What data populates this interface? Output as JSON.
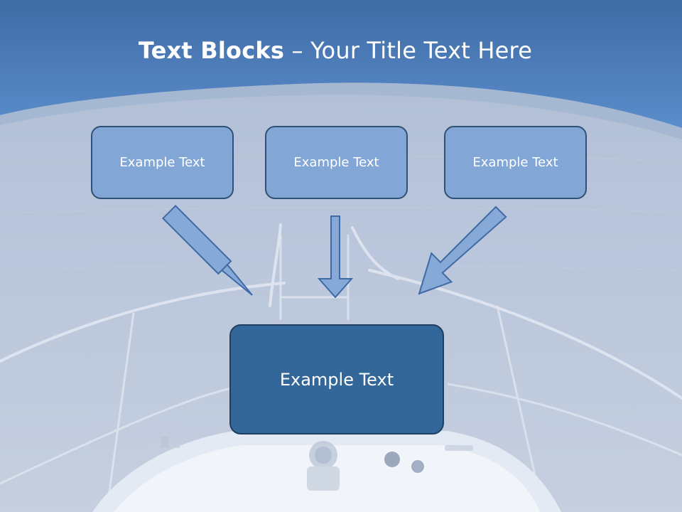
{
  "title": {
    "bold": "Text Blocks",
    "separator": " – ",
    "regular": "Your Title Text Here"
  },
  "blocks": [
    {
      "label": "Example Text"
    },
    {
      "label": "Example Text"
    },
    {
      "label": "Example Text"
    }
  ],
  "main_block": {
    "label": "Example Text"
  },
  "colors": {
    "sky": "#4a78b4",
    "band": "#5b8fcd",
    "sea": "#b8c6dc",
    "block_fill": "#82a6d6",
    "main_fill": "#336699",
    "block_border": "#2f5077",
    "arrow_fill": "#86a9d7",
    "arrow_stroke": "#3f6aa5"
  }
}
